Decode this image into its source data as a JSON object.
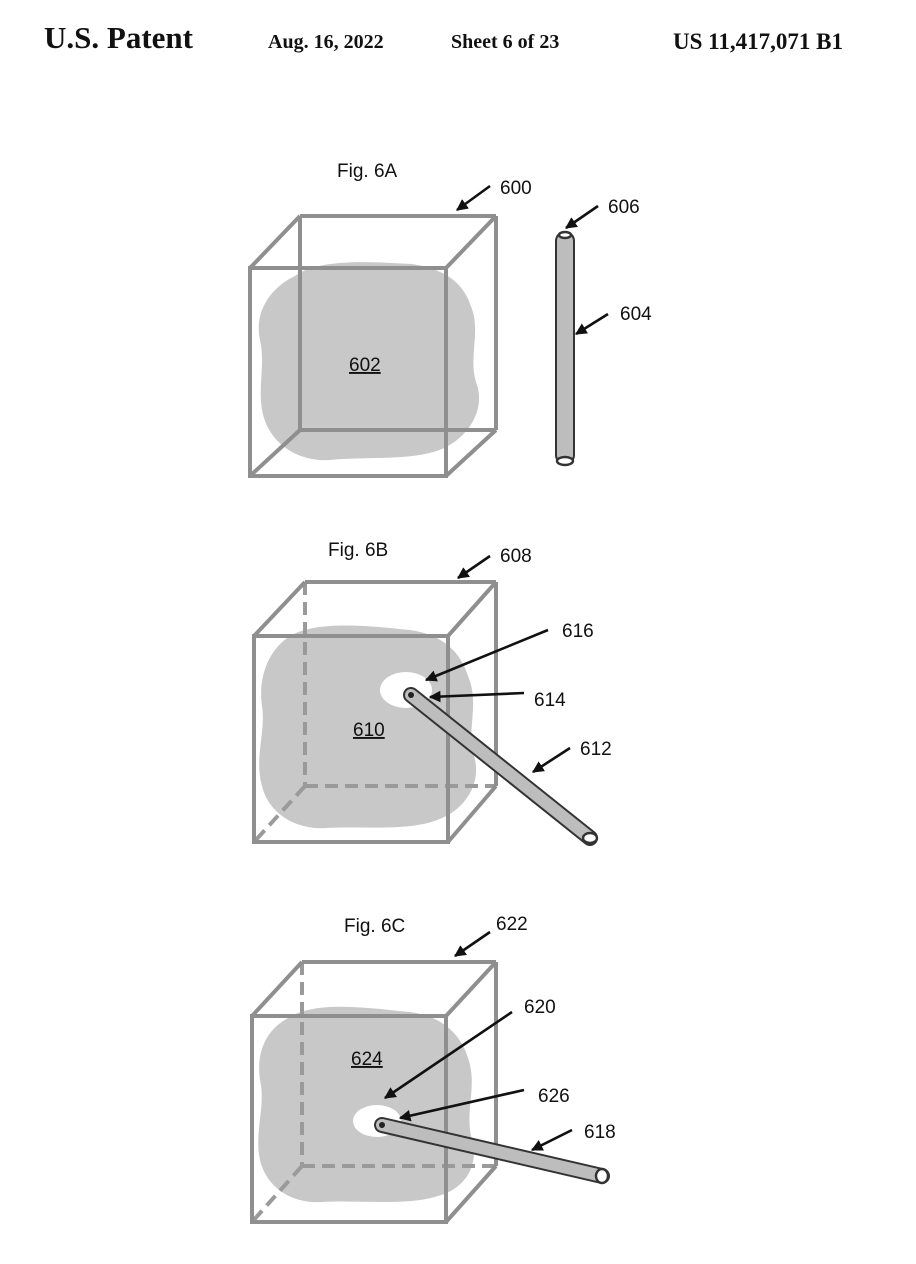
{
  "header": {
    "title": "U.S. Patent",
    "date": "Aug. 16, 2022",
    "sheet": "Sheet 6 of 23",
    "patent_number": "US 11,417,071 B1"
  },
  "figures": {
    "fig6a": {
      "label": "Fig. 6A",
      "box_ref": "600",
      "material_ref": "602",
      "tube_ref": "604",
      "tube_end_ref": "606"
    },
    "fig6b": {
      "label": "Fig. 6B",
      "box_ref": "608",
      "material_ref": "610",
      "tube_ref": "612",
      "tube_end_ref": "614",
      "void_ref": "616"
    },
    "fig6c": {
      "label": "Fig. 6C",
      "box_ref": "622",
      "material_ref": "624",
      "tube_ref": "618",
      "tube_end_ref": "626",
      "void_ref": "620"
    }
  },
  "colors": {
    "edge": "#8f8f8f",
    "material": "#c8c8c8",
    "tube": "#bdbdbd",
    "ink": "#111111"
  }
}
